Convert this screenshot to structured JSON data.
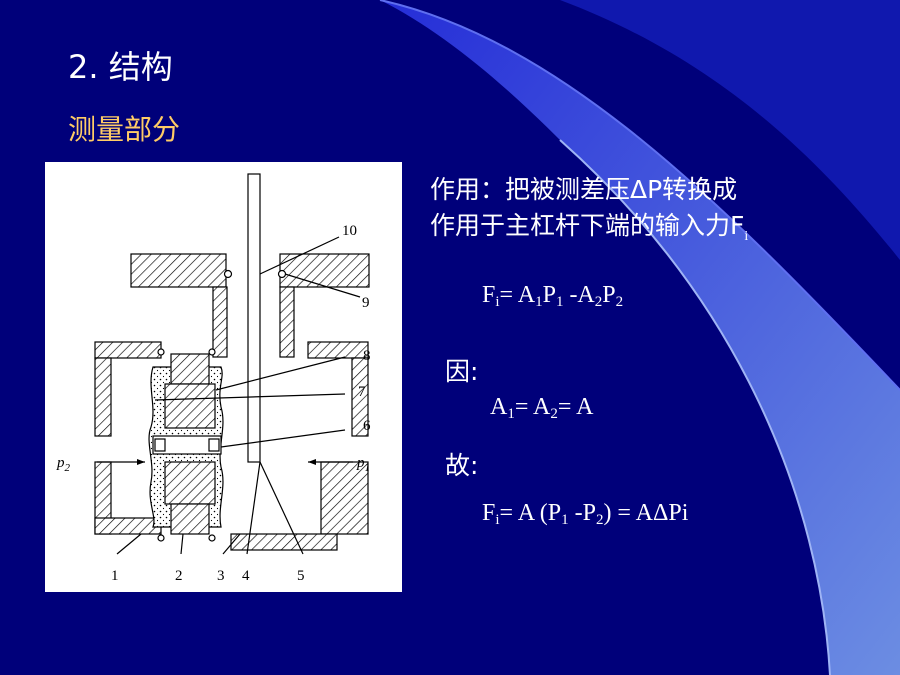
{
  "slide": {
    "title": "2. 结构",
    "subtitle": "测量部分",
    "description_line1": "作用：把被测差压ΔP转换成",
    "description_line2": "作用于主杠杆下端的输入力F",
    "description_line2_sub": "i",
    "equation1": {
      "F": "F",
      "Fsub": "i",
      "eq": "= A",
      "A1sub": "1",
      "P1": "P",
      "P1sub": "1",
      "minus": " -A",
      "A2sub": "2",
      "P2": "P",
      "P2sub": "2"
    },
    "because_label": "因:",
    "equation2": {
      "A": "A",
      "A1sub": "1",
      "mid": "= A",
      "A2sub": "2",
      "end": "= A"
    },
    "therefore_label": "故:",
    "equation3": {
      "F": "F",
      "Fsub": "i",
      "eq": "= A (P",
      "P1sub": "1",
      "minus": " -P",
      "P2sub": "2",
      "end": ") = AΔPi"
    }
  },
  "diagram": {
    "callouts": [
      "1",
      "2",
      "3",
      "4",
      "5",
      "6",
      "7",
      "8",
      "9",
      "10"
    ],
    "pressure_left": "p",
    "pressure_left_sub": "2",
    "pressure_right": "p",
    "pressure_right_sub": "1"
  },
  "colors": {
    "background": "#00007a",
    "accent": "#ffcc66",
    "text": "#ffffff"
  }
}
